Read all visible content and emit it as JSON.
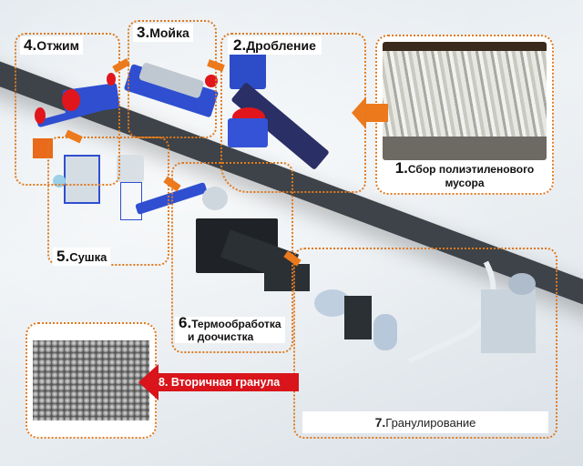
{
  "diagram": {
    "type": "process-flow",
    "steps": [
      {
        "number": "1.",
        "label_line1": "Сбор полиэтиленового",
        "label_line2": "мусора"
      },
      {
        "number": "2.",
        "label": "Дробление"
      },
      {
        "number": "3.",
        "label": "Мойка"
      },
      {
        "number": "4.",
        "label": "Отжим"
      },
      {
        "number": "5.",
        "label": "Сушка"
      },
      {
        "number": "6.",
        "label_line1": "Термообработка",
        "label_line2": "и доочистка"
      },
      {
        "number": "7.",
        "label": "Гранулирование"
      },
      {
        "number": "8.",
        "label": "Вторичная гранула"
      }
    ]
  },
  "colors": {
    "accent_orange": "#e07a20",
    "machine_blue": "#2f4fd0",
    "highlight_red": "#e0161c"
  }
}
